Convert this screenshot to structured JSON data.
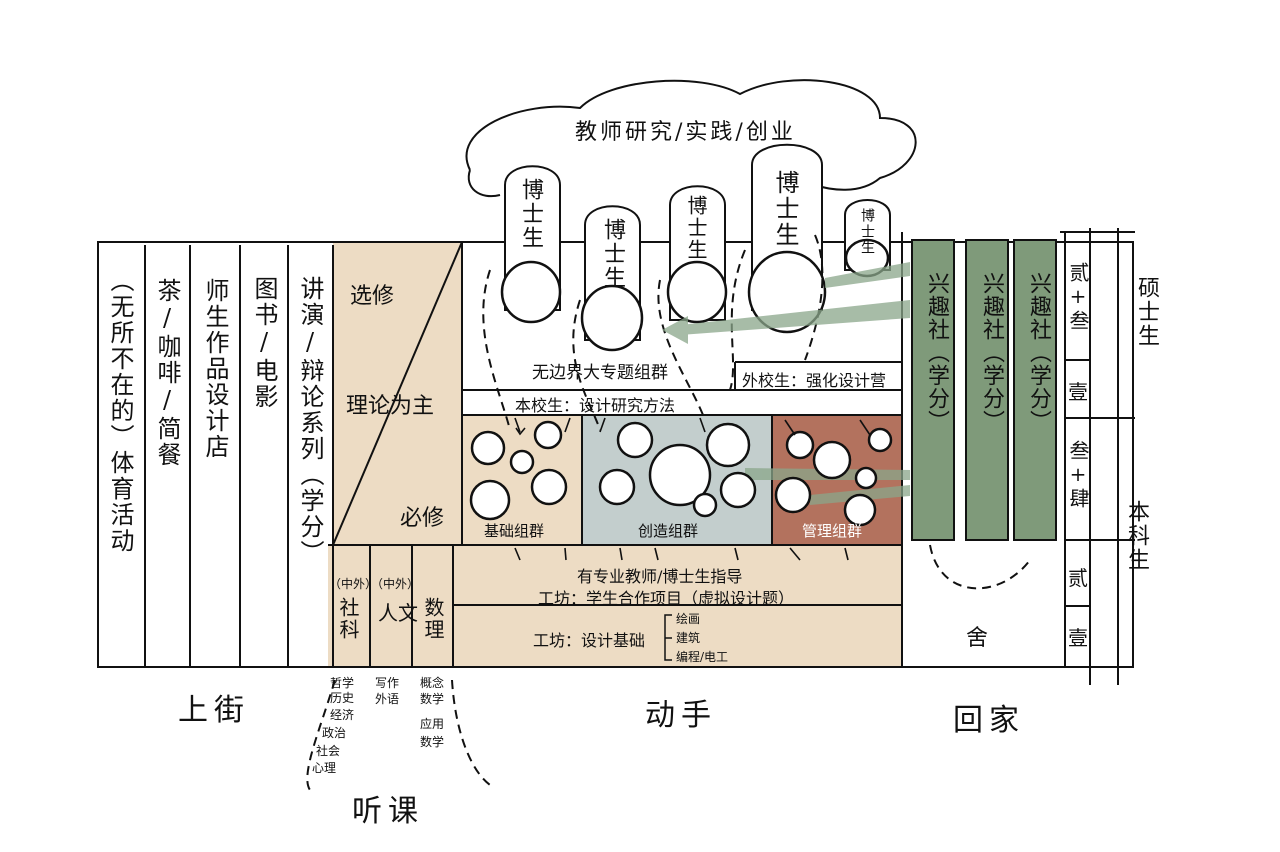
{
  "cloud": {
    "title": "教师研究/实践/创业"
  },
  "phd_pillars": [
    {
      "label": "博士生"
    },
    {
      "label": "博士生"
    },
    {
      "label": "博士生"
    },
    {
      "label": "博士生"
    },
    {
      "label": "博士生"
    }
  ],
  "street_columns": [
    {
      "label": "（无所不在的）体育活动"
    },
    {
      "label": "茶/咖啡/简餐"
    },
    {
      "label": "师生作品设计店"
    },
    {
      "label": "图书/电影"
    },
    {
      "label": "讲演/辩论系列（学分）"
    }
  ],
  "theory_block": {
    "elective": "选修",
    "theory": "理论为主",
    "required": "必修"
  },
  "hands_on": {
    "topic_cluster": "无边界大专题组群",
    "external_camp": "外校生：强化设计营",
    "internal_method": "本校生：设计研究方法",
    "clusters": [
      {
        "label": "基础组群",
        "color": "#eddcc4"
      },
      {
        "label": "创造组群",
        "color": "#c3cecd"
      },
      {
        "label": "管理组群",
        "color": "#b3725e"
      }
    ],
    "guidance": "有专业教师/博士生指导",
    "workshop_project": "工坊：学生合作项目（虚拟设计题）",
    "workshop_basic": "工坊：设计基础",
    "basic_items": [
      "绘画",
      "建筑",
      "编程/电工"
    ]
  },
  "lecture_subjects": [
    {
      "prefix": "（中外）",
      "label": "社科"
    },
    {
      "prefix": "（中外）",
      "label": "人文"
    },
    {
      "prefix": "",
      "label": "数理"
    }
  ],
  "lecture_details": {
    "social": [
      "哲学",
      "历史",
      "经济",
      "政治",
      "社会",
      "心理"
    ],
    "humanities": [
      "写作",
      "外语"
    ],
    "science": [
      "概念",
      "数学",
      "应用",
      "数学"
    ]
  },
  "clubs": [
    {
      "label": "兴趣社（学分）"
    },
    {
      "label": "兴趣社（学分）"
    },
    {
      "label": "兴趣社（学分）"
    }
  ],
  "dorm": "舍",
  "years": [
    "贰+叁",
    "壹",
    "叁+肆",
    "贰",
    "壹"
  ],
  "degrees": {
    "master": "硕士生",
    "undergrad": "本科生"
  },
  "zones": {
    "street": "上街",
    "hands": "动手",
    "home": "回家",
    "listen": "听课"
  },
  "colors": {
    "beige": "#eddcc4",
    "greyblue": "#c3cecd",
    "terracotta": "#b3725e",
    "sage": "#7f9a7a"
  }
}
